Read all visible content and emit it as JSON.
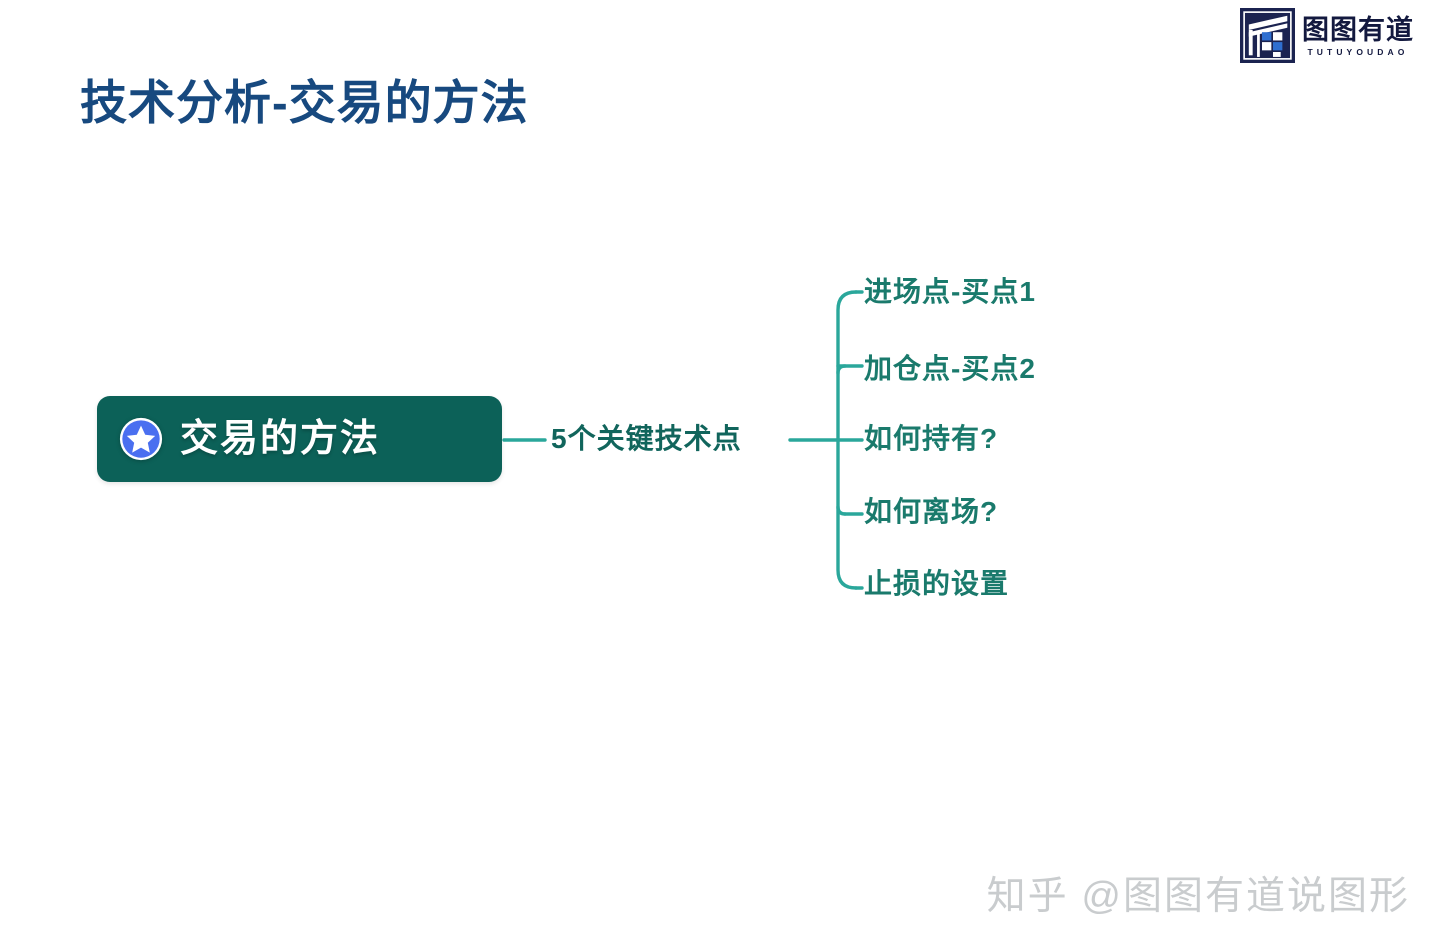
{
  "slide": {
    "background_color": "#ffffff",
    "title": "技术分析-交易的方法",
    "title_color": "#17497f"
  },
  "logo": {
    "cn_name": "图图有道",
    "en_name": "TUTUYOUDAO",
    "mark_icon": "tutuyoudao-square-logo-icon",
    "color": "#13193f"
  },
  "mindmap": {
    "root": {
      "label": "交易的方法",
      "icon": "star-badge-icon",
      "box_color": "#0c6158",
      "text_color": "#ffffff",
      "icon_circle_color": "#4a6ff0",
      "icon_star_color": "#ffffff"
    },
    "branch": {
      "label": "5个关键技术点",
      "text_color": "#11655c"
    },
    "connector_color": "#2aa79b",
    "leaves": [
      {
        "label": "进场点-买点1"
      },
      {
        "label": "加仓点-买点2"
      },
      {
        "label": "如何持有?"
      },
      {
        "label": "如何离场?"
      },
      {
        "label": "止损的设置"
      }
    ],
    "leaf_text_color": "#1a7a6c"
  },
  "watermark": {
    "text": "知乎 @图图有道说图形",
    "color": "#c9ccce"
  }
}
